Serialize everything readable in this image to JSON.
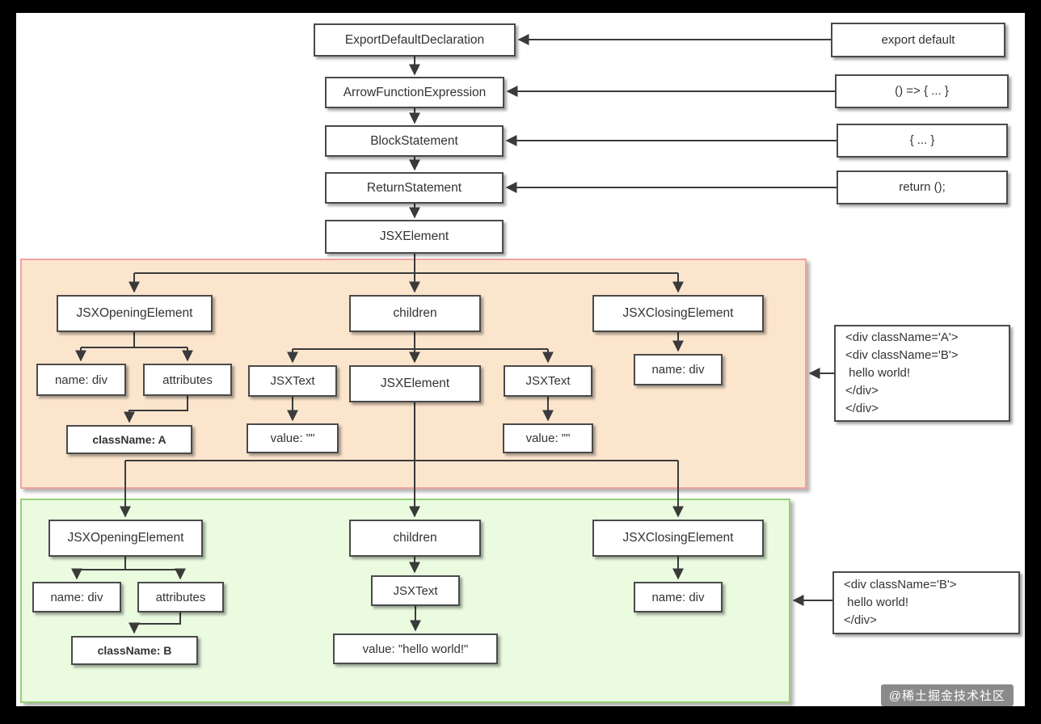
{
  "chain": [
    {
      "label": "ExportDefaultDeclaration",
      "code": "export default"
    },
    {
      "label": "ArrowFunctionExpression",
      "code": "() => { ... }"
    },
    {
      "label": "BlockStatement",
      "code": "{ ... }"
    },
    {
      "label": "ReturnStatement",
      "code": "return ();"
    },
    {
      "label": "JSXElement"
    }
  ],
  "outer": {
    "opening": "JSXOpeningElement",
    "children_label": "children",
    "closing": "JSXClosingElement",
    "name_div": "name: div",
    "attributes": "attributes",
    "class_attr": "className: A",
    "jsxtext_left": "JSXText",
    "jsxelement": "JSXElement",
    "jsxtext_right": "JSXText",
    "value_left": "value: \"\"",
    "value_right": "value: \"\"",
    "closing_name": "name: div",
    "code_lines": [
      "<div className='A'>",
      "<div className='B'>",
      " hello world!",
      "</div>",
      "</div>"
    ]
  },
  "inner": {
    "opening": "JSXOpeningElement",
    "children_label": "children",
    "closing": "JSXClosingElement",
    "name_div": "name: div",
    "attributes": "attributes",
    "class_attr": "className: B",
    "jsxtext": "JSXText",
    "value_text": "value: \"hello world!\"",
    "closing_name": "name: div",
    "code_lines": [
      "<div className='B'>",
      " hello world!",
      "</div>"
    ]
  },
  "watermark": "@稀土掘金技术社区",
  "colors": {
    "outer_region_bg": "#fce5cd",
    "outer_region_border": "#f2a19f",
    "inner_region_bg": "#eafbe0",
    "inner_region_border": "#97d077",
    "wire": "#3a3a3a"
  }
}
